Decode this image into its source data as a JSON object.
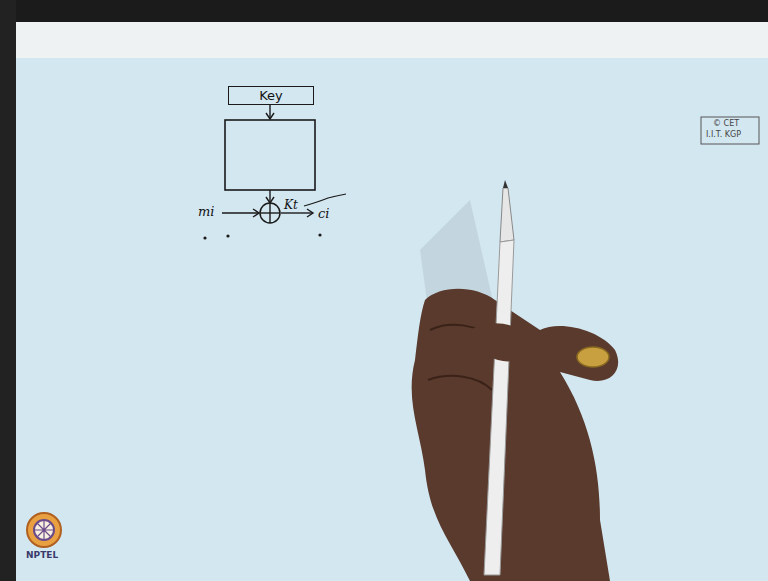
{
  "diagram": {
    "nodes": [
      {
        "text": [
          "Key"
        ]
      }
    ],
    "labels": [
      "Kt",
      "mi",
      "ci",
      "© CET",
      "I.I.T. KGP",
      "NPTEL"
    ]
  }
}
